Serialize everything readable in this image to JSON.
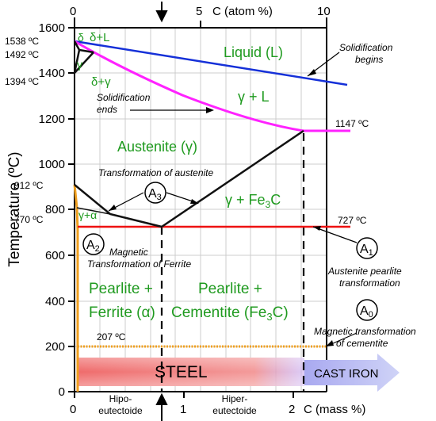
{
  "colors": {
    "liquidus_blue": "#1530d8",
    "solidus_magenta": "#ff22ff",
    "eutectoid_red": "#ee1111",
    "boundary_black": "#111111",
    "label_green": "#1f9a1f",
    "orange": "#f0a020",
    "steel_bar": "#f07070",
    "cast_iron_arrow": "#b8bcf0",
    "grid": "#cccccc"
  },
  "axes": {
    "y_label": "Temperature (ºC)",
    "y_ticks": [
      "0",
      "200",
      "400",
      "600",
      "800",
      "1000",
      "1200",
      "1400",
      "1600"
    ],
    "x_bottom_ticks": [
      "0",
      "1",
      "2"
    ],
    "x_bottom_unit": "C (mass %)",
    "x_top_ticks": [
      "0",
      "5",
      "10"
    ],
    "x_top_unit": "C (atom %)"
  },
  "chart_data": {
    "type": "phase-diagram",
    "x_axis": {
      "label": "C (mass %)",
      "range": [
        0,
        2.3
      ]
    },
    "y_axis": {
      "label": "Temperature (ºC)",
      "range": [
        0,
        1600
      ]
    },
    "lines": [
      {
        "name": "liquidus",
        "color": "#1530d8",
        "points": [
          [
            0,
            1538
          ],
          [
            2.14,
            1350
          ]
        ]
      },
      {
        "name": "solidus",
        "color": "#ff22ff",
        "points": [
          [
            0,
            1538
          ],
          [
            0.5,
            1400
          ],
          [
            1.2,
            1260
          ],
          [
            2.14,
            1147
          ],
          [
            2.3,
            1147
          ]
        ]
      },
      {
        "name": "A3",
        "color": "#111111",
        "points": [
          [
            0,
            912
          ],
          [
            0.2,
            770
          ],
          [
            0.77,
            727
          ]
        ]
      },
      {
        "name": "Acm",
        "color": "#111111",
        "points": [
          [
            0.77,
            727
          ],
          [
            2.14,
            1147
          ]
        ]
      },
      {
        "name": "eutectoid",
        "color": "#ee1111",
        "points": [
          [
            0.02,
            727
          ],
          [
            2.3,
            727
          ]
        ]
      },
      {
        "name": "magnetic_cementite",
        "color": "#f0a020",
        "points": [
          [
            0,
            207
          ],
          [
            2.3,
            207
          ]
        ]
      }
    ],
    "critical_temperatures": [
      "1538 ºC",
      "1492 ºC",
      "1394 ºC",
      "912 ºC",
      "770 ºC",
      "1147 ºC",
      "727 ºC",
      "207 ºC"
    ]
  },
  "labels": {
    "t1538": "1538 ºC",
    "t1492": "1492 ºC",
    "t1394": "1394 ºC",
    "t912": "912 ºC",
    "t770": "770 ºC",
    "t1147": "1147 ºC",
    "t727": "727 ºC",
    "t207": "207 ºC",
    "delta": "δ",
    "delta_l": "δ+L",
    "gamma_small": "γ",
    "delta_gamma": "δ+γ",
    "liquid": "Liquid (L)",
    "gamma_l": "γ + L",
    "austenite": "Austenite (γ)",
    "gamma_fe3c_pre": "γ + Fe",
    "gamma_fe3c_sub": "3",
    "gamma_fe3c_post": "C",
    "gamma_alpha": "γ+α",
    "pearlite_ferrite_1": "Pearlite +",
    "pearlite_ferrite_2": "Ferrite (α)",
    "pearlite_cementite_1": "Pearlite +",
    "pearlite_cementite_2_pre": "Cementite (Fe",
    "pearlite_cementite_2_sub": "3",
    "pearlite_cementite_2_post": "C)",
    "solidification_begins_1": "Solidification",
    "solidification_begins_2": "begins",
    "solidification_ends_1": "Solidification",
    "solidification_ends_2": "ends",
    "transformation_austenite": "Transformation of austenite",
    "magnetic_ferrite_1": "Magnetic",
    "magnetic_ferrite_2": "Transformation of Ferrite",
    "austenite_pearlite_1": "Austenite pearlite",
    "austenite_pearlite_2": "transformation",
    "magnetic_cementite_1": "Magnetic transformation",
    "magnetic_cementite_2": "of cementite",
    "a3_main": "A",
    "a3_sub": "3",
    "a2_main": "A",
    "a2_sub": "2",
    "a1_main": "A",
    "a1_sub": "1",
    "a0_main": "A",
    "a0_sub": "0",
    "steel": "STEEL",
    "cast_iron": "CAST IRON",
    "hipo_1": "Hipo-",
    "hipo_2": "eutectoide",
    "hiper_1": "Hiper-",
    "hiper_2": "eutectoide"
  }
}
